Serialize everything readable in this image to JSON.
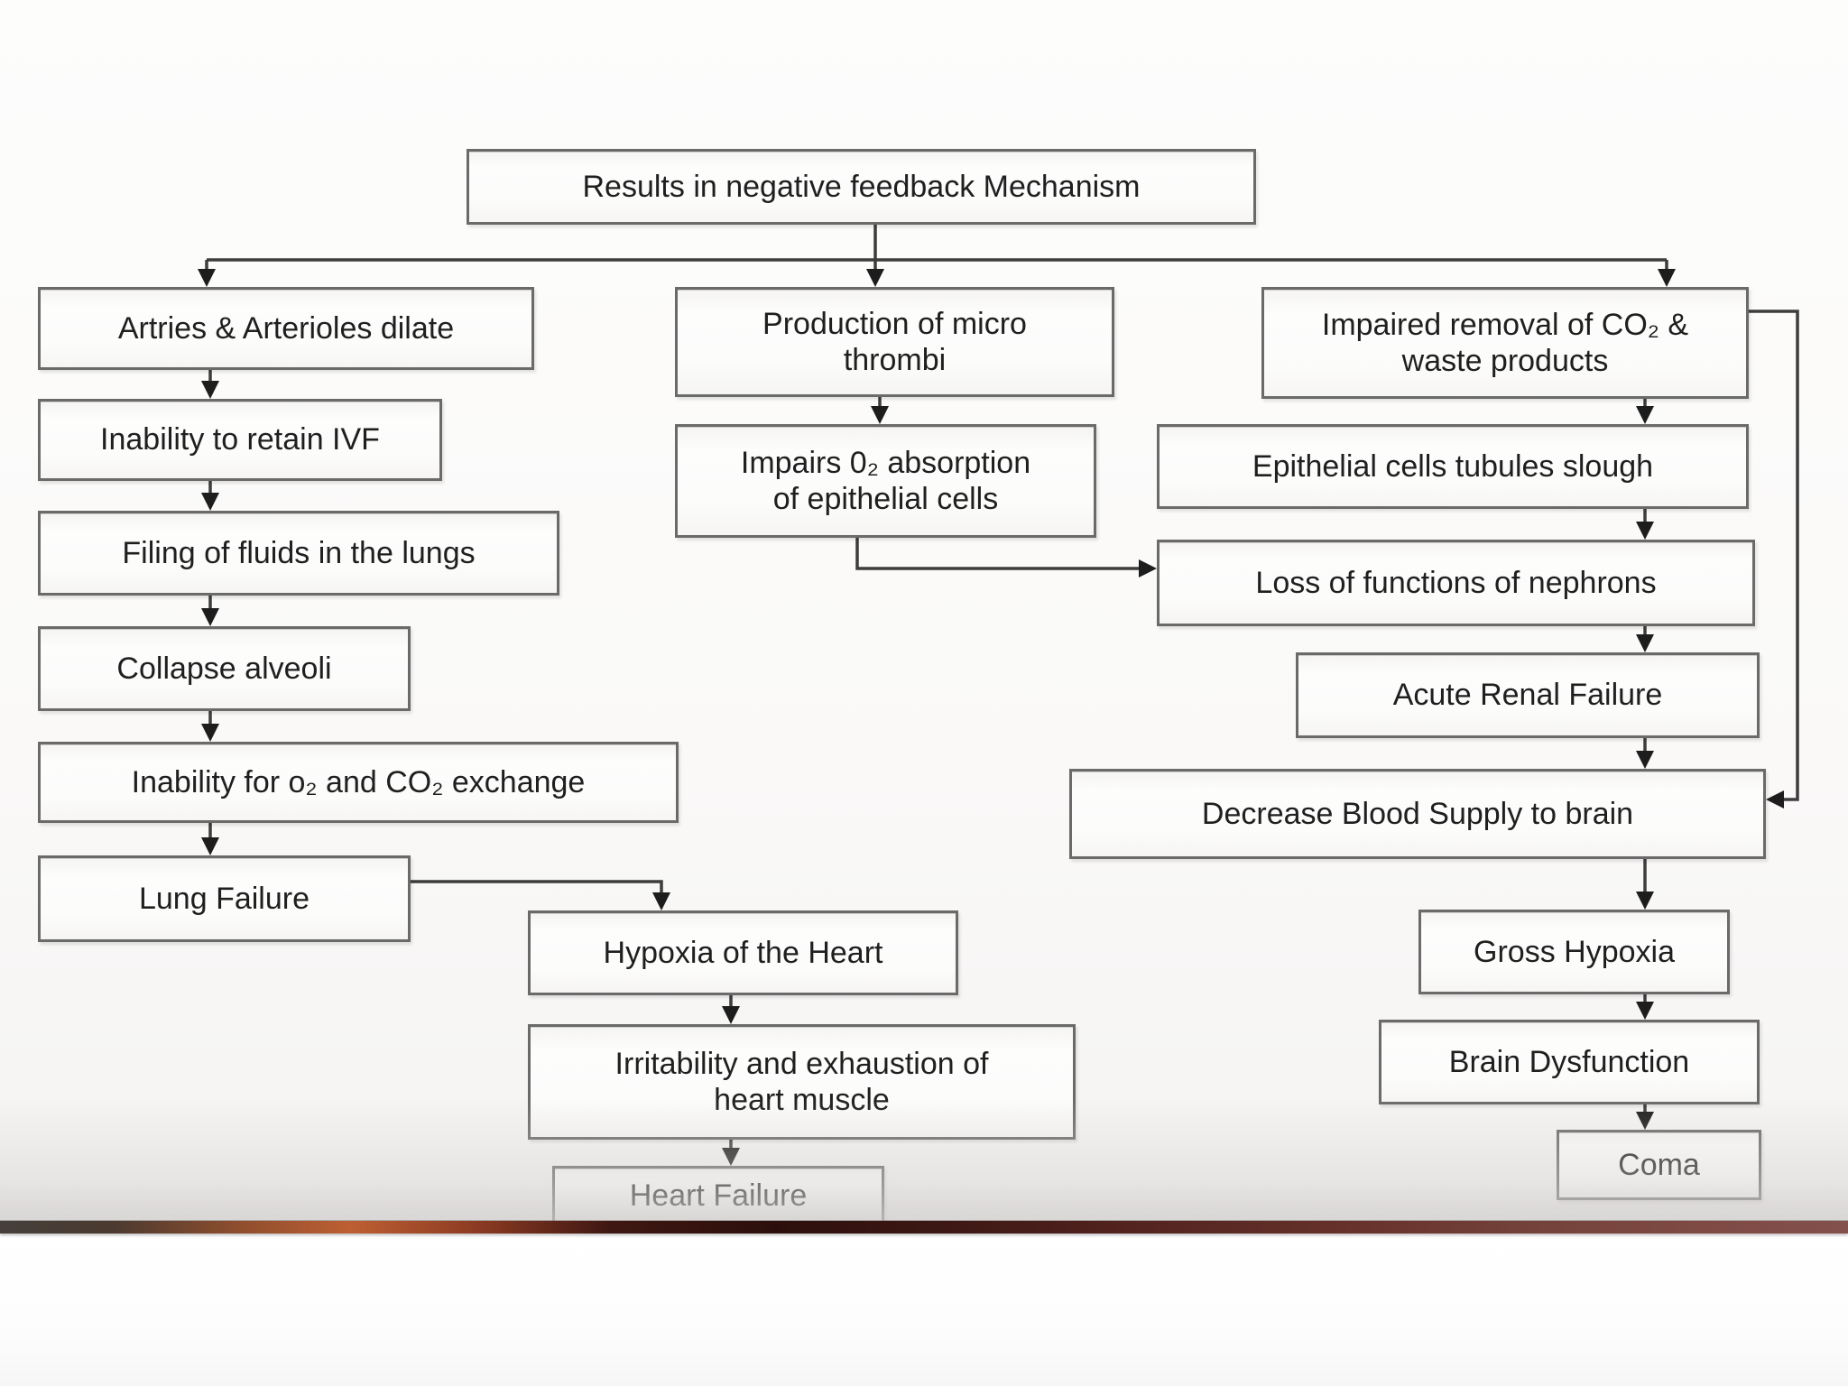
{
  "diagram": {
    "title": "Results in negative feedback Mechanism",
    "nodes": {
      "top": {
        "label": "Results in negative feedback Mechanism"
      },
      "l1": {
        "label": "Artries & Arterioles dilate"
      },
      "l2": {
        "label": "Inability to retain IVF"
      },
      "l3": {
        "label": "Filing of fluids in the lungs"
      },
      "l4": {
        "label": "Collapse alveoli"
      },
      "l5": {
        "label": "Inability for o₂ and CO₂ exchange"
      },
      "l6": {
        "label": "Lung Failure"
      },
      "m1": {
        "label": "Production of micro\nthrombi"
      },
      "m2": {
        "label": "Impairs 0₂ absorption\nof epithelial cells"
      },
      "h1": {
        "label": "Hypoxia of the Heart"
      },
      "h2": {
        "label": "Irritability and exhaustion of\nheart muscle"
      },
      "h3": {
        "label": "Heart Failure"
      },
      "r1": {
        "label": "Impaired removal of CO₂ &\nwaste products"
      },
      "r2": {
        "label": "Epithelial cells tubules slough"
      },
      "r3": {
        "label": "Loss of functions of nephrons"
      },
      "r4": {
        "label": "Acute Renal Failure"
      },
      "r5": {
        "label": "Decrease Blood Supply to brain"
      },
      "r6": {
        "label": "Gross Hypoxia"
      },
      "r7": {
        "label": "Brain Dysfunction"
      },
      "r8": {
        "label": "Coma"
      }
    },
    "edges": [
      {
        "from": "top",
        "to": "l1"
      },
      {
        "from": "top",
        "to": "m1"
      },
      {
        "from": "top",
        "to": "r1"
      },
      {
        "from": "l1",
        "to": "l2"
      },
      {
        "from": "l2",
        "to": "l3"
      },
      {
        "from": "l3",
        "to": "l4"
      },
      {
        "from": "l4",
        "to": "l5"
      },
      {
        "from": "l5",
        "to": "l6"
      },
      {
        "from": "l6",
        "to": "h1"
      },
      {
        "from": "h1",
        "to": "h2"
      },
      {
        "from": "h2",
        "to": "h3"
      },
      {
        "from": "m1",
        "to": "m2"
      },
      {
        "from": "m2",
        "to": "r3"
      },
      {
        "from": "r1",
        "to": "r2"
      },
      {
        "from": "r2",
        "to": "r3"
      },
      {
        "from": "r3",
        "to": "r4"
      },
      {
        "from": "r4",
        "to": "r5"
      },
      {
        "from": "r1",
        "to": "r5"
      },
      {
        "from": "r5",
        "to": "r6"
      },
      {
        "from": "r6",
        "to": "r7"
      },
      {
        "from": "r7",
        "to": "r8"
      }
    ],
    "colors": {
      "line": "#3d3d3d",
      "arrowhead": "#1d1d1d",
      "box_border": "#6a6a6a",
      "box_fill": "#fcfcfb",
      "text": "#1f1f1f",
      "footer_band": [
        "#45403b",
        "#bd5f33",
        "#2c0f0c",
        "#84504b"
      ]
    }
  }
}
